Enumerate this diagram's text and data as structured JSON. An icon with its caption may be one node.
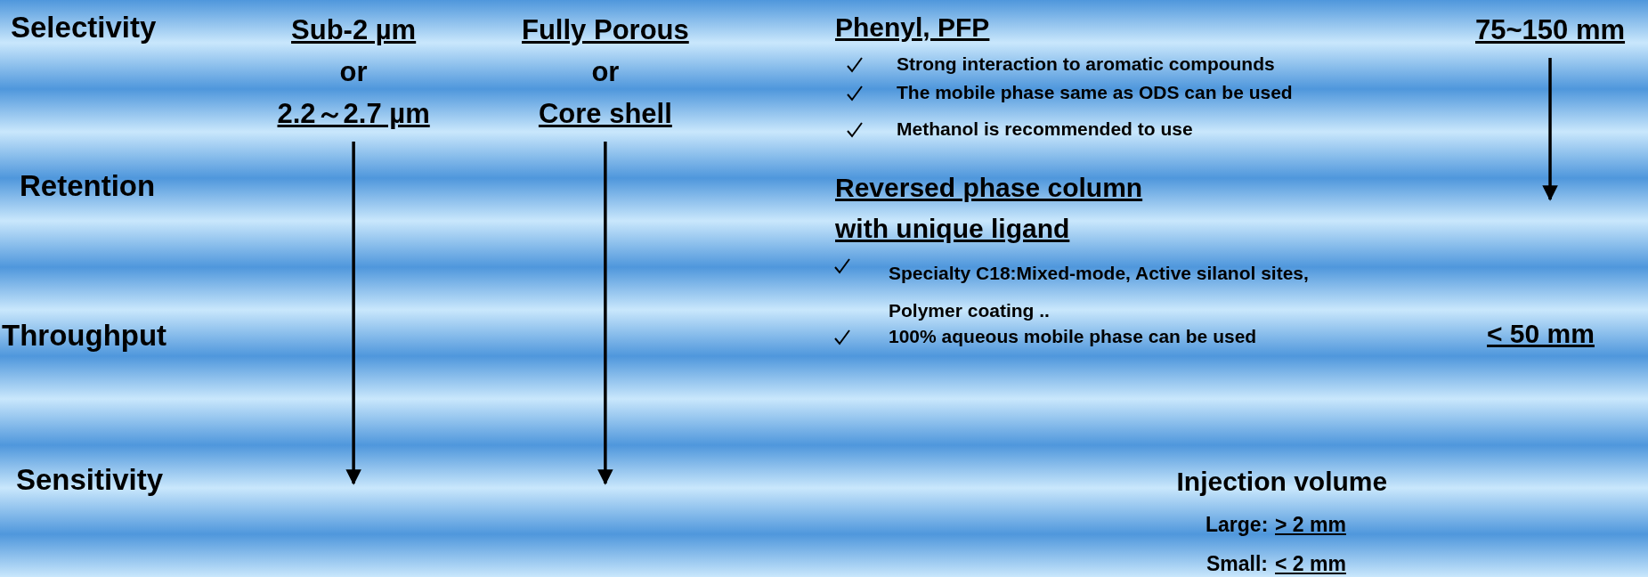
{
  "diagram": {
    "nodes": [
      {
        "text": [
          "Sub-2 µm",
          "or",
          "2.2～2.7 µm"
        ]
      },
      {
        "text": [
          "Fully Porous",
          "or",
          "Core shell"
        ]
      },
      {
        "text": [
          "75~150 mm"
        ]
      }
    ],
    "edges": [
      {
        "from": 0,
        "to": null,
        "arrow": "to"
      },
      {
        "from": 1,
        "to": null,
        "arrow": "to"
      },
      {
        "from": 2,
        "to": null,
        "arrow": "to"
      }
    ],
    "labels": [
      "Selectivity",
      "Retention",
      "Throughput",
      "Sensitivity",
      "Phenyl,  PFP",
      "Strong interaction to aromatic compounds",
      "The mobile phase same as ODS can be used",
      "Methanol is recommended to use",
      "Reversed phase column with unique ligand",
      "Specialty C18:Mixed-mode, Active silanol sites, Polymer coating ..",
      "100% aqueous mobile phase can be used",
      "< 50 mm",
      "Injection volume",
      "Large:",
      "> 2 mm",
      "Small:",
      "< 2 mm"
    ]
  }
}
